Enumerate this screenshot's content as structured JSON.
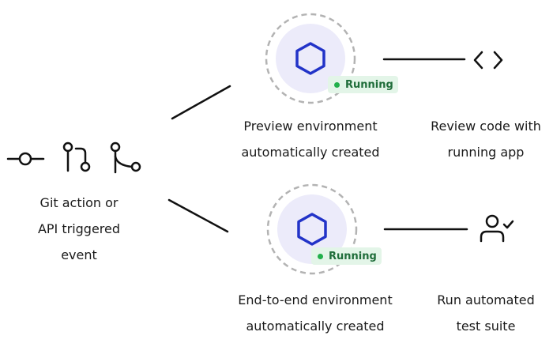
{
  "trigger": {
    "label_lines": [
      "Git action or",
      "API triggered",
      "event"
    ],
    "icons": [
      "git-commit-icon",
      "git-pull-request-icon",
      "git-branch-icon"
    ]
  },
  "preview": {
    "status": "Running",
    "label_lines": [
      "Preview environment",
      "automatically created"
    ]
  },
  "review": {
    "icon": "code-brackets-icon",
    "label_lines": [
      "Review code with",
      "running app"
    ]
  },
  "e2e": {
    "status": "Running",
    "label_lines": [
      "End-to-end environment",
      "automatically created"
    ]
  },
  "tests": {
    "icon": "user-check-icon",
    "label_lines": [
      "Run automated",
      "test suite"
    ]
  },
  "colors": {
    "hexagon": "#2233c8",
    "node_fill": "#ecebfa",
    "ring_dash": "#b3b3b3",
    "badge_bg": "#e3f5e8",
    "badge_text": "#1f6d3a",
    "status_dot": "#22b04b",
    "line": "#111111"
  }
}
